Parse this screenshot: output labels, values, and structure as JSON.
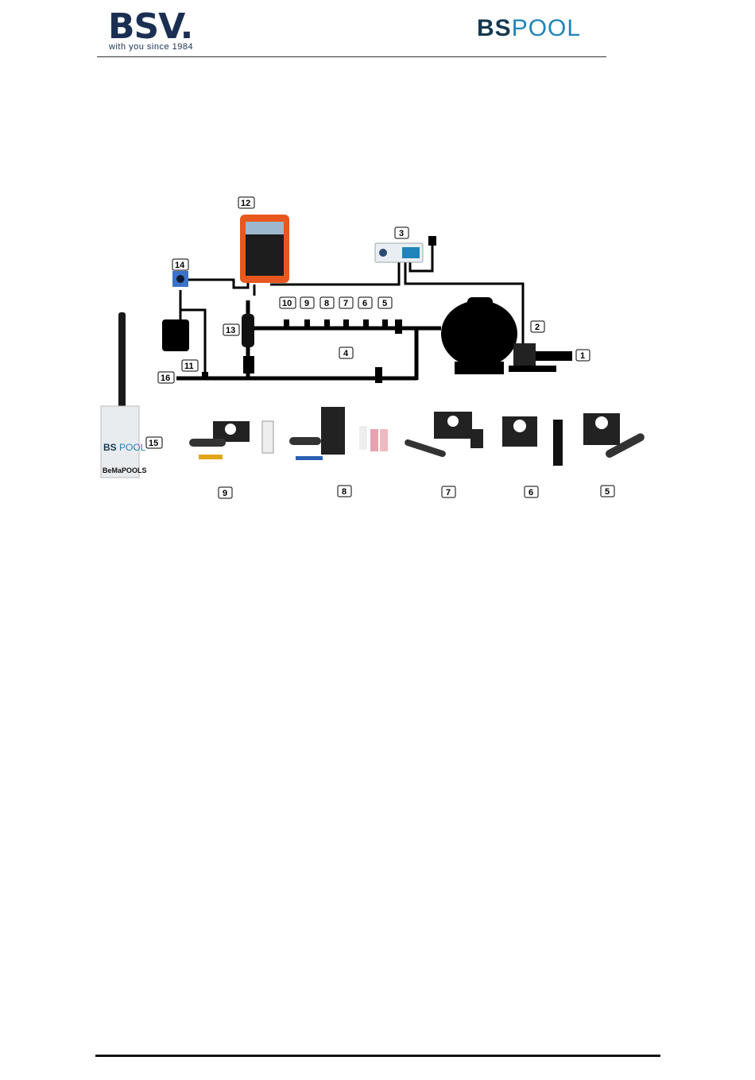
{
  "header": {
    "brand_left": "BSV.",
    "brand_left_tagline": "with you since 1984",
    "brand_right_prefix": "BS",
    "brand_right_suffix": "POOL"
  },
  "colors": {
    "brand_navy": "#1b2f52",
    "brand_blue": "#1f84b8",
    "chlorinator_orange": "#e8571e",
    "pump_box_blue": "#3b73c9"
  },
  "diagram": {
    "labels": [
      "1",
      "2",
      "3",
      "4",
      "5",
      "6",
      "7",
      "8",
      "9",
      "10",
      "11",
      "12",
      "13",
      "14",
      "15",
      "16"
    ],
    "bottom_labels": [
      "9",
      "8",
      "7",
      "6",
      "5"
    ],
    "device_logo_prefix": "BS",
    "device_logo_suffix": "POOL",
    "device_model": "BeMaPOOLS"
  }
}
